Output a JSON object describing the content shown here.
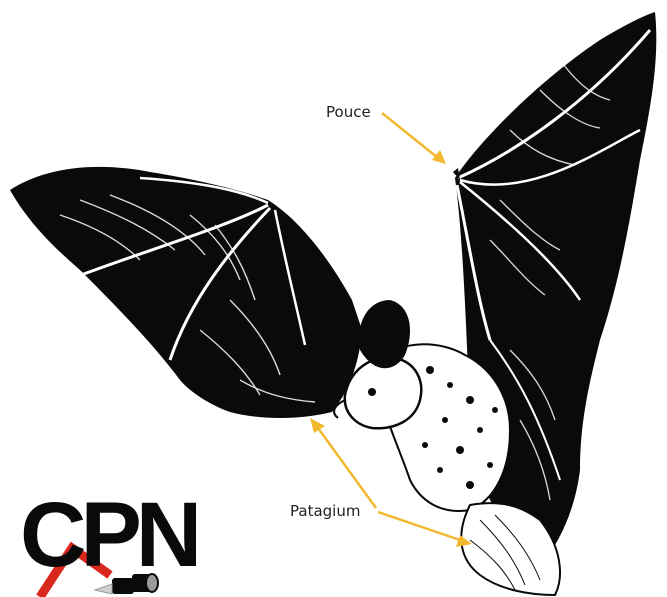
{
  "labels": {
    "pouce": "Pouce",
    "patagium": "Patagium"
  },
  "logo": {
    "text": "CPN"
  },
  "colors": {
    "arrow": "#f2b830",
    "ink": "#0a0a0a",
    "logo_red": "#d9271d",
    "label_text": "#222222"
  }
}
